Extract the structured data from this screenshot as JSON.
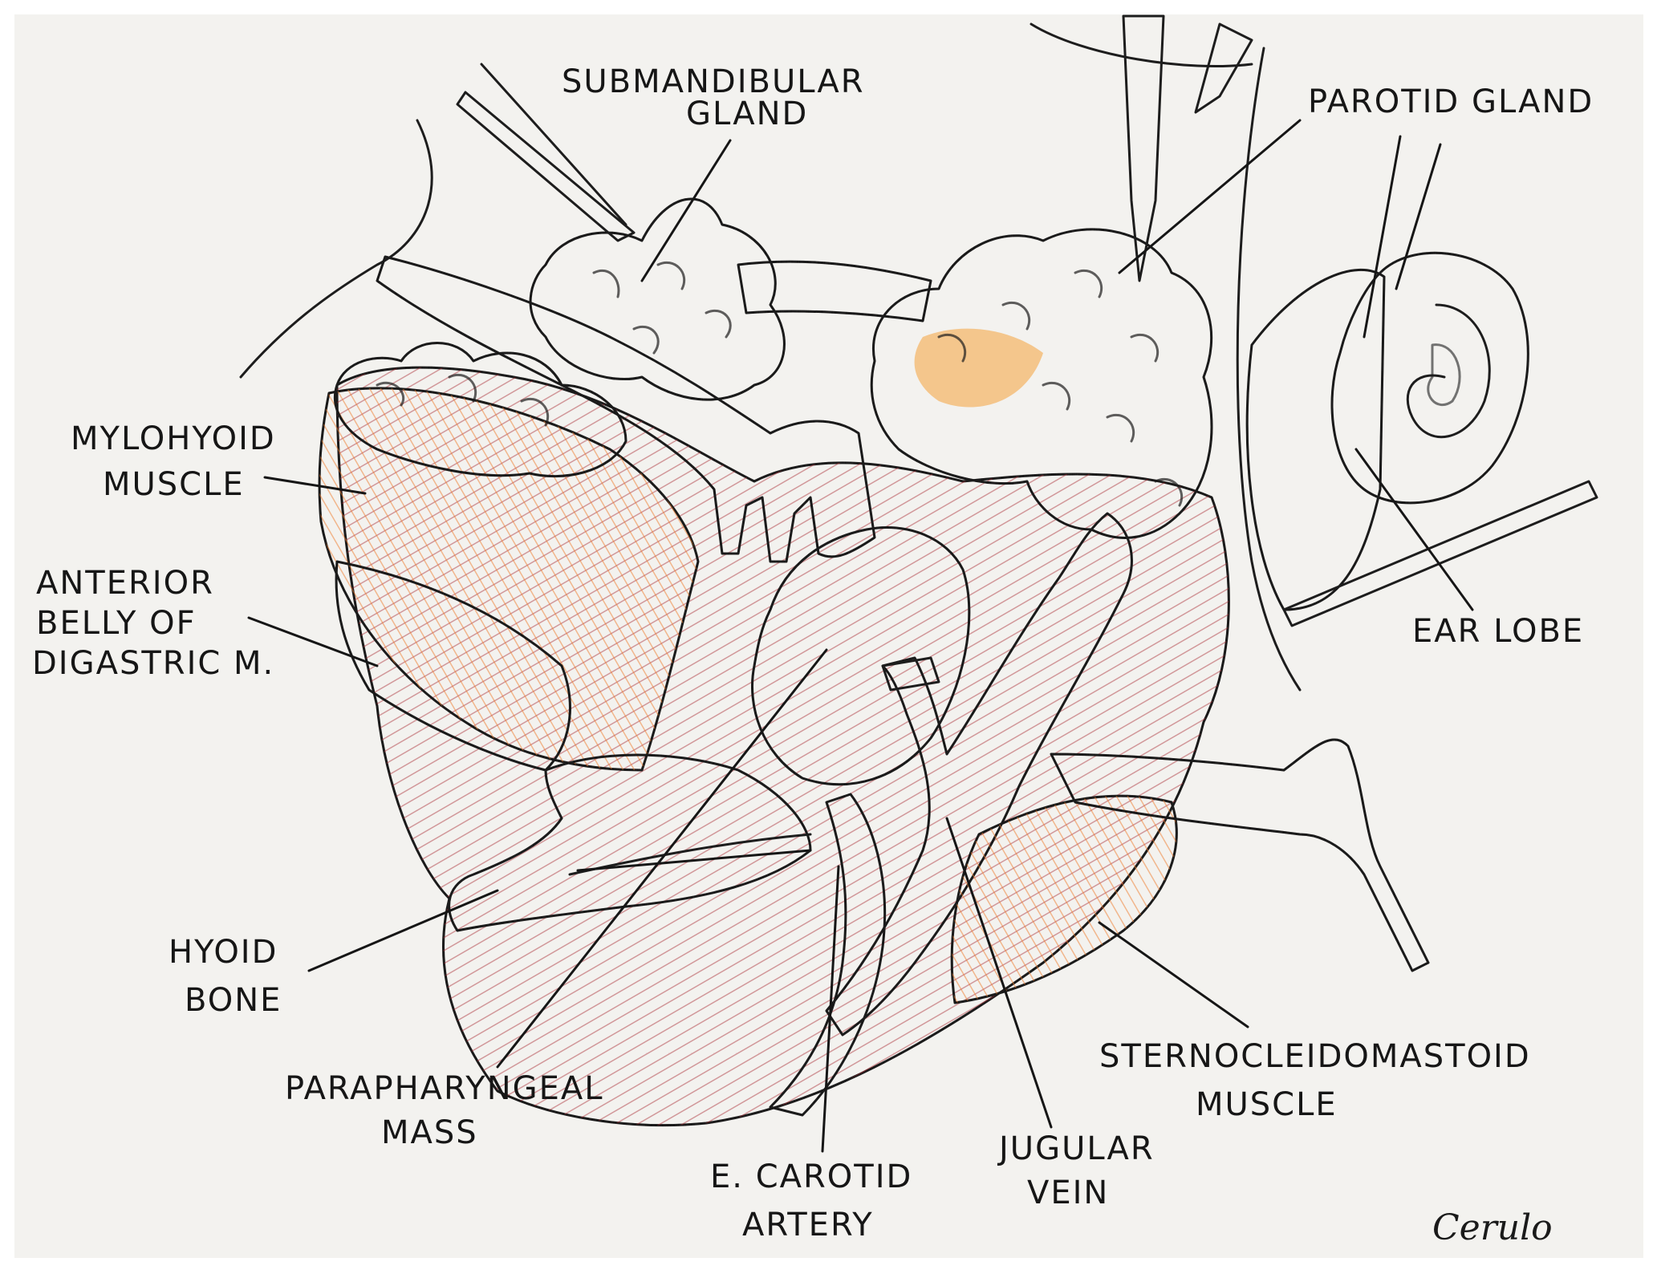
{
  "figure": {
    "labels": {
      "submandibular_gland": [
        "SUBMANDIBULAR",
        "GLAND"
      ],
      "parotid_gland": [
        "PAROTID GLAND"
      ],
      "mylohyoid_muscle": [
        "MYLOHYOID",
        "MUSCLE"
      ],
      "anterior_belly_digastric": [
        "ANTERIOR",
        "BELLY OF",
        "DIGASTRIC M."
      ],
      "ear_lobe": [
        "EAR LOBE"
      ],
      "hyoid_bone": [
        "HYOID",
        "BONE"
      ],
      "parapharyngeal_mass": [
        "PARAPHARYNGEAL",
        "MASS"
      ],
      "sternocleidomastoid_muscle": [
        "STERNOCLEIDOMASTOID",
        "MUSCLE"
      ],
      "jugular_vein": [
        "JUGULAR",
        "VEIN"
      ],
      "e_carotid_artery": [
        "E. CAROTID",
        "ARTERY"
      ]
    },
    "signature": "Cerulo",
    "colors": {
      "paper": "#f3f2ef",
      "muscle": "#d9545a",
      "muscle_dark": "#c23a42",
      "muscle_pink": "#e7889a",
      "gland_orange": "#f59a2a",
      "gland_yellow": "#f5c23a",
      "mass": "#eca27a",
      "vein_blue": "#3fa3d3",
      "bone_yellow": "#e6e3a8",
      "yellow_tissue": "#e4e04a",
      "instrument_gray": "#8d8d8d",
      "skin": "#f3c0a4"
    }
  }
}
